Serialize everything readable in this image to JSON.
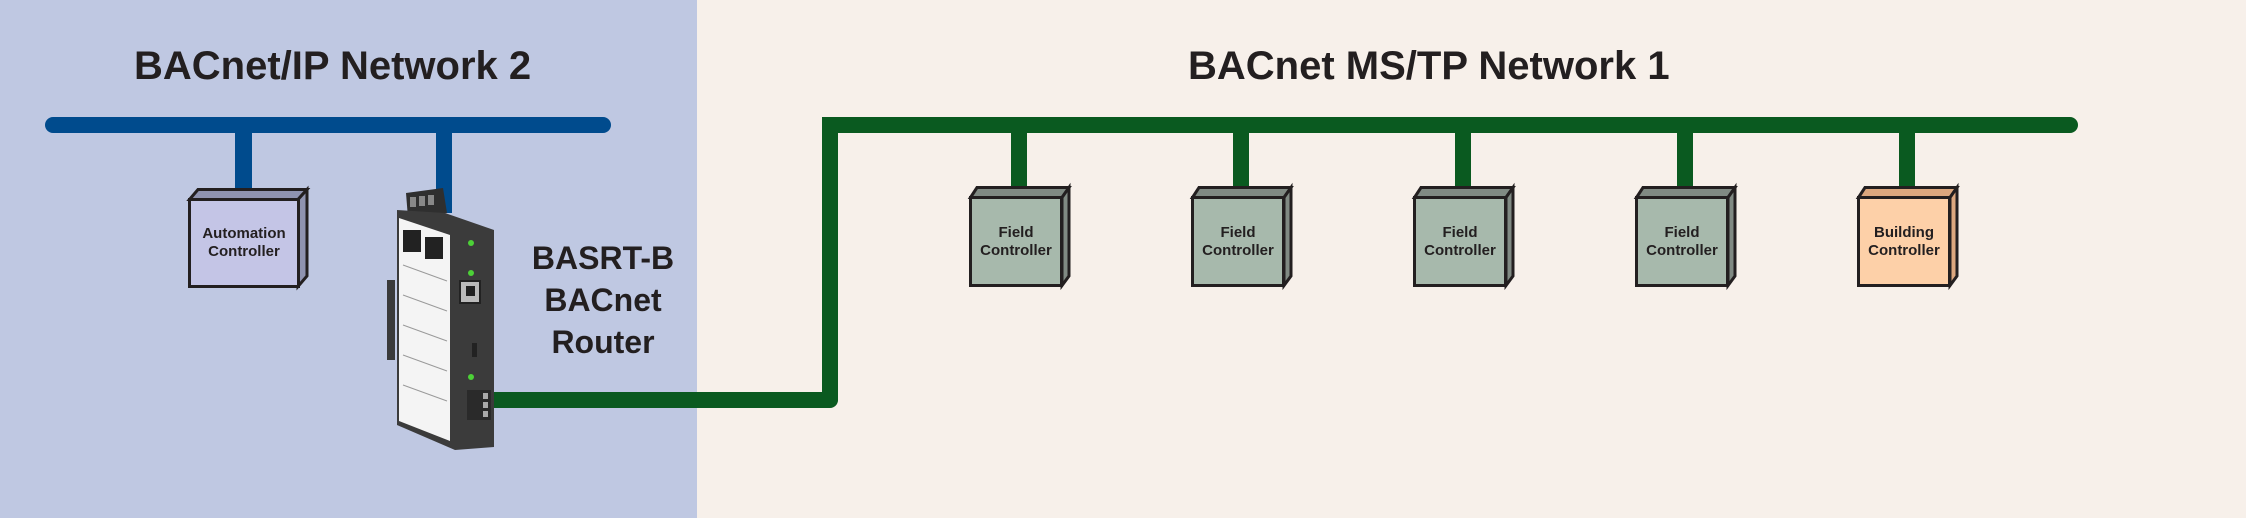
{
  "networks": {
    "ip": {
      "title": "BACnet/IP Network 2",
      "color": "#004b8d",
      "background": "#bfc8e2"
    },
    "mstp": {
      "title": "BACnet MS/TP Network 1",
      "color": "#0a5a20",
      "background": "#f7f0ea"
    }
  },
  "router": {
    "line1": "BASRT-B",
    "line2": "BACnet",
    "line3": "Router"
  },
  "ip_devices": [
    {
      "line1": "Automation",
      "line2": "Controller",
      "color": "#c4c5e6"
    }
  ],
  "mstp_devices": [
    {
      "line1": "Field",
      "line2": "Controller",
      "color": "#a7b9ac"
    },
    {
      "line1": "Field",
      "line2": "Controller",
      "color": "#a7b9ac"
    },
    {
      "line1": "Field",
      "line2": "Controller",
      "color": "#a7b9ac"
    },
    {
      "line1": "Field",
      "line2": "Controller",
      "color": "#a7b9ac"
    },
    {
      "line1": "Building",
      "line2": "Controller",
      "color": "#fdd0a8"
    }
  ]
}
